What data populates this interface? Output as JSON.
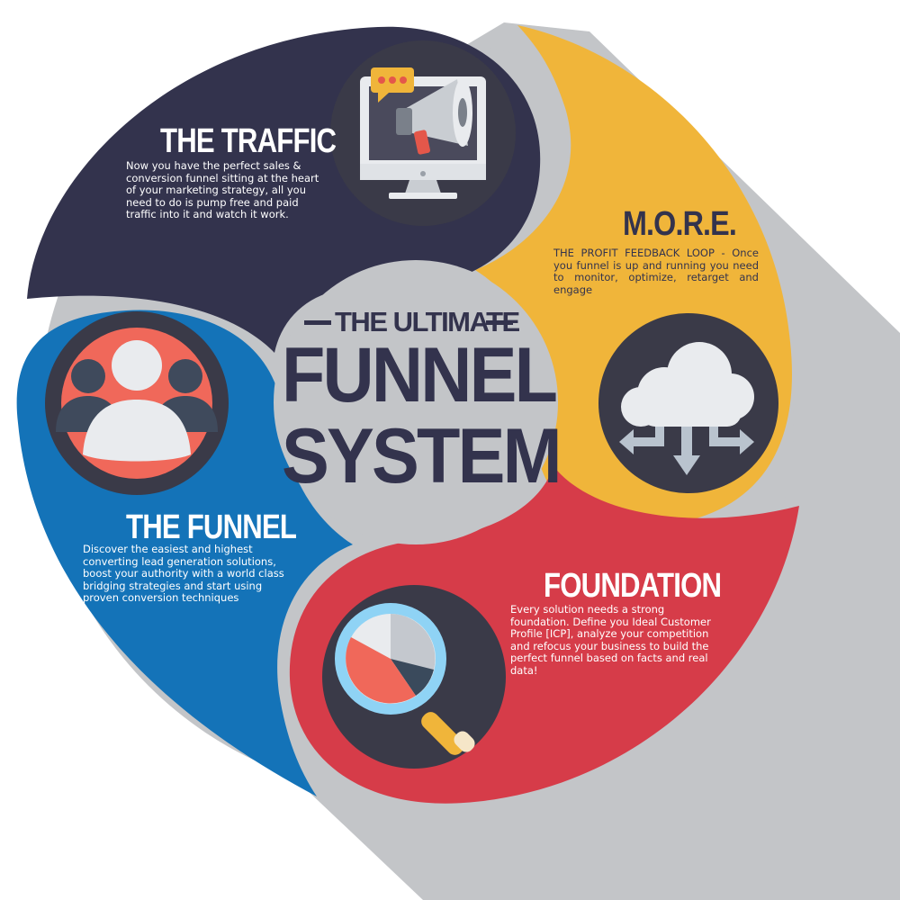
{
  "center": {
    "subtitle": "THE ULTIMATE",
    "title_line1": "FUNNEL",
    "title_line2": "SYSTEM"
  },
  "sections": {
    "traffic": {
      "heading": "THE TRAFFIC",
      "text": "Now you have the perfect sales & conversion funnel sitting at the heart of your marketing strategy, all you need to do is pump free and paid traffic into it and watch it work."
    },
    "more": {
      "heading": "M.O.R.E.",
      "text": "THE PROFIT FEEDBACK LOOP - Once you funnel is up and running you need to monitor, optimize, retarget and engage"
    },
    "funnel": {
      "heading": "THE FUNNEL",
      "text": "Discover the easiest and highest converting lead generation solutions, boost your authority with a world class bridging strategies and start using proven conversion techniques"
    },
    "foundation": {
      "heading": "FOUNDATION",
      "text": "Every solution needs a strong foundation. Define you Ideal Customer Profile [ICP], analyze your competition and refocus your business to build the perfect funnel based on facts and real data!"
    }
  },
  "icons": {
    "traffic": "monitor-megaphone-icon",
    "more": "cloud-arrows-icon",
    "funnel": "people-icon",
    "foundation": "magnifier-pie-icon"
  },
  "colors": {
    "traffic": "#33334d",
    "more": "#f0b53a",
    "funnel": "#1473b8",
    "foundation": "#d63c49",
    "center": "#c3c5c8",
    "shadow": "#c3c5c8",
    "icon_bg": "#3a3a48",
    "salmon": "#f0685a"
  }
}
